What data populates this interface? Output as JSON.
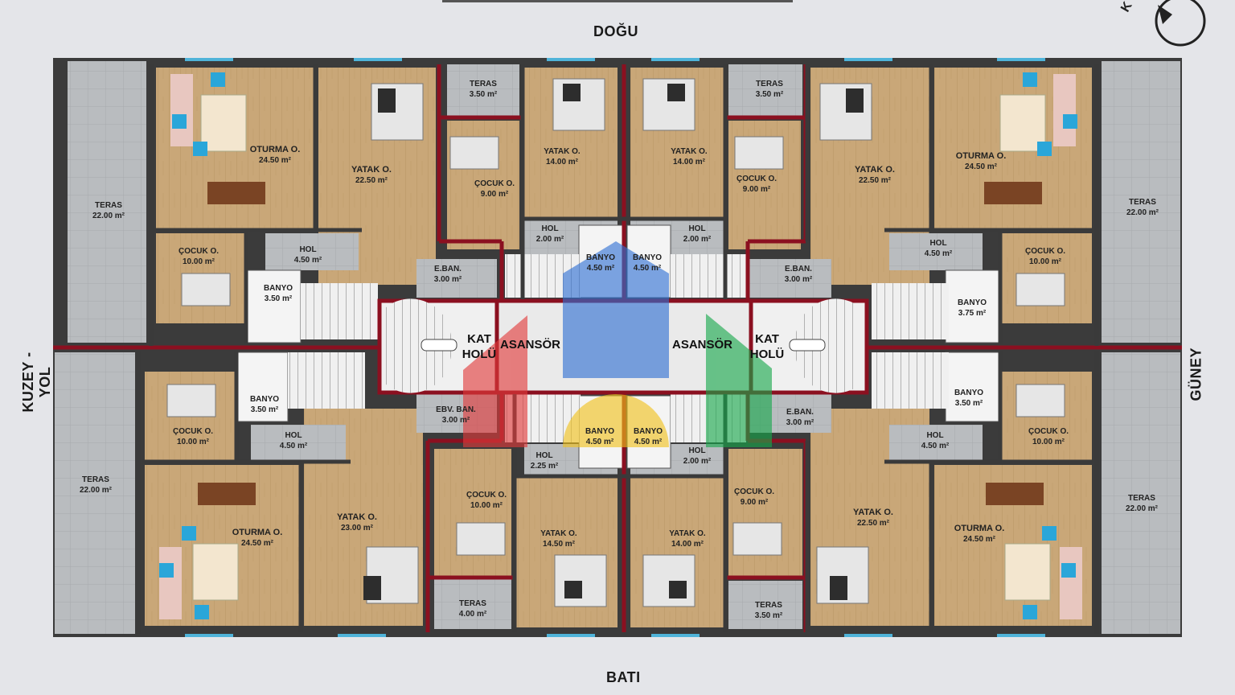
{
  "directions": {
    "top": "DOĞU",
    "bottom": "BATI",
    "left": "KUZEY - YOL",
    "right": "GÜNEY"
  },
  "compass_letter": "K",
  "common": {
    "kat_holu": "KAT\nHOLÜ",
    "asansor": "ASANSÖR"
  },
  "rooms": [
    {
      "id": "r1",
      "name": "OTURMA O.",
      "area": "24.50 m²"
    },
    {
      "id": "r2",
      "name": "YATAK O.",
      "area": "22.50 m²"
    },
    {
      "id": "r3",
      "name": "TERAS",
      "area": "3.50 m²"
    },
    {
      "id": "r4",
      "name": "YATAK O.",
      "area": "14.00 m²"
    },
    {
      "id": "r5",
      "name": "ÇOCUK O.",
      "area": "9.00 m²"
    },
    {
      "id": "r6",
      "name": "TERAS",
      "area": "22.00 m²"
    },
    {
      "id": "r7",
      "name": "ÇOCUK O.",
      "area": "10.00 m²"
    },
    {
      "id": "r8",
      "name": "HOL",
      "area": "4.50 m²"
    },
    {
      "id": "r9",
      "name": "BANYO",
      "area": "3.50 m²"
    },
    {
      "id": "r10",
      "name": "HOL",
      "area": "2.00 m²"
    },
    {
      "id": "r11",
      "name": "BANYO",
      "area": "4.50 m²"
    },
    {
      "id": "r12",
      "name": "E.BAN.",
      "area": "3.00 m²"
    },
    {
      "id": "r13",
      "name": "YATAK O.",
      "area": "14.00 m²"
    },
    {
      "id": "r14",
      "name": "TERAS",
      "area": "3.50 m²"
    },
    {
      "id": "r15",
      "name": "ÇOCUK O.",
      "area": "9.00 m²"
    },
    {
      "id": "r16",
      "name": "YATAK O.",
      "area": "22.50 m²"
    },
    {
      "id": "r17",
      "name": "OTURMA O.",
      "area": "24.50 m²"
    },
    {
      "id": "r18",
      "name": "TERAS",
      "area": "22.00 m²"
    },
    {
      "id": "r19",
      "name": "HOL",
      "area": "2.00 m²"
    },
    {
      "id": "r20",
      "name": "BANYO",
      "area": "4.50 m²"
    },
    {
      "id": "r21",
      "name": "HOL",
      "area": "4.50 m²"
    },
    {
      "id": "r22",
      "name": "ÇOCUK O.",
      "area": "10.00 m²"
    },
    {
      "id": "r23",
      "name": "E.BAN.",
      "area": "3.00 m²"
    },
    {
      "id": "r24",
      "name": "BANYO",
      "area": "3.75 m²"
    },
    {
      "id": "r25",
      "name": "TERAS",
      "area": "22.00 m²"
    },
    {
      "id": "r26",
      "name": "ÇOCUK O.",
      "area": "10.00 m²"
    },
    {
      "id": "r27",
      "name": "BANYO",
      "area": "3.50 m²"
    },
    {
      "id": "r28",
      "name": "HOL",
      "area": "4.50 m²"
    },
    {
      "id": "r29",
      "name": "EBV. BAN.",
      "area": "3.00 m²"
    },
    {
      "id": "r30",
      "name": "OTURMA O.",
      "area": "24.50 m²"
    },
    {
      "id": "r31",
      "name": "YATAK O.",
      "area": "23.00 m²"
    },
    {
      "id": "r32",
      "name": "ÇOCUK O.",
      "area": "10.00 m²"
    },
    {
      "id": "r33",
      "name": "HOL",
      "area": "2.25 m²"
    },
    {
      "id": "r34",
      "name": "BANYO",
      "area": "4.50 m²"
    },
    {
      "id": "r35",
      "name": "YATAK O.",
      "area": "14.50 m²"
    },
    {
      "id": "r36",
      "name": "TERAS",
      "area": "4.00 m²"
    },
    {
      "id": "r37",
      "name": "BANYO",
      "area": "4.50 m²"
    },
    {
      "id": "r38",
      "name": "HOL",
      "area": "2.00 m²"
    },
    {
      "id": "r39",
      "name": "ÇOCUK O.",
      "area": "9.00 m²"
    },
    {
      "id": "r40",
      "name": "YATAK O.",
      "area": "14.00 m²"
    },
    {
      "id": "r41",
      "name": "TERAS",
      "area": "3.50 m²"
    },
    {
      "id": "r42",
      "name": "E.BAN.",
      "area": "3.00 m²"
    },
    {
      "id": "r43",
      "name": "YATAK O.",
      "area": "22.50 m²"
    },
    {
      "id": "r44",
      "name": "HOL",
      "area": "4.50 m²"
    },
    {
      "id": "r45",
      "name": "BANYO",
      "area": "3.50 m²"
    },
    {
      "id": "r46",
      "name": "ÇOCUK O.",
      "area": "10.00 m²"
    },
    {
      "id": "r47",
      "name": "OTURMA O.",
      "area": "24.50 m²"
    },
    {
      "id": "r48",
      "name": "TERAS",
      "area": "22.00 m²"
    }
  ]
}
